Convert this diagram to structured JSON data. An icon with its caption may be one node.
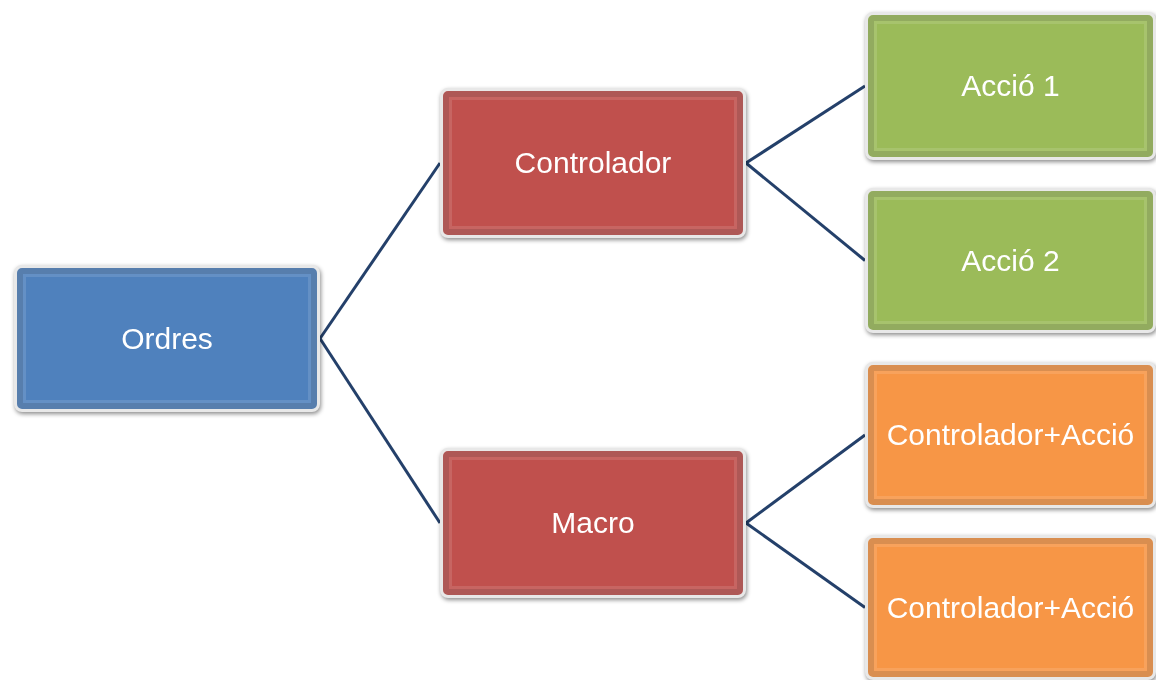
{
  "diagram": {
    "nodes": [
      {
        "text": [
          "Ordres"
        ]
      },
      {
        "text": [
          "Controlador"
        ]
      },
      {
        "text": [
          "Macro"
        ]
      },
      {
        "text": [
          "Acció 1"
        ]
      },
      {
        "text": [
          "Acció 2"
        ]
      },
      {
        "text": [
          "Controlador+Acció"
        ]
      },
      {
        "text": [
          "Controlador+Acció"
        ]
      }
    ],
    "edges": [
      {
        "from": 0,
        "to": 1,
        "arrow": "none"
      },
      {
        "from": 0,
        "to": 2,
        "arrow": "none"
      },
      {
        "from": 1,
        "to": 3,
        "arrow": "none"
      },
      {
        "from": 1,
        "to": 4,
        "arrow": "none"
      },
      {
        "from": 2,
        "to": 5,
        "arrow": "none"
      },
      {
        "from": 2,
        "to": 6,
        "arrow": "none"
      }
    ]
  }
}
